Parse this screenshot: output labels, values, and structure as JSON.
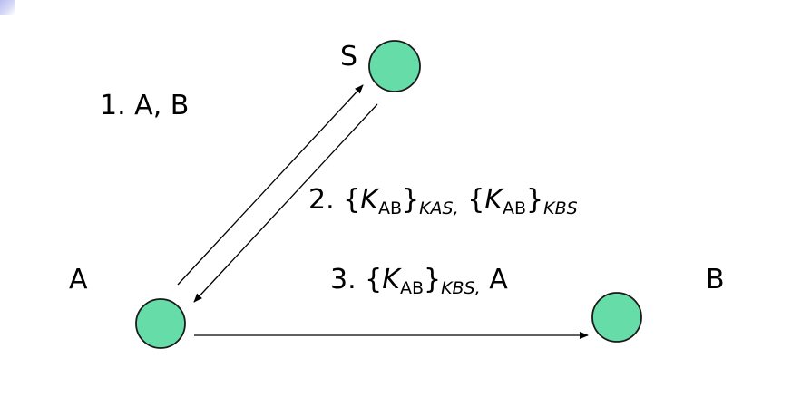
{
  "nodes": {
    "s": {
      "label": "S"
    },
    "a": {
      "label": "A"
    },
    "b": {
      "label": "B"
    }
  },
  "messages": {
    "m1": {
      "number": "1.",
      "text": "A, B"
    },
    "m2": {
      "number": "2.",
      "key1": "K",
      "key1_sub": "AB",
      "enc1": "KAS,",
      "key2": "K",
      "key2_sub": "AB",
      "enc2": "KBS"
    },
    "m3": {
      "number": "3.",
      "key": "K",
      "key_sub": "AB",
      "enc": "KBS,",
      "tail": "A"
    }
  },
  "colors": {
    "node_fill": "#66dda8",
    "node_stroke": "#1a1a1a",
    "arrow": "#000000",
    "corner": "#c7c9f4"
  }
}
